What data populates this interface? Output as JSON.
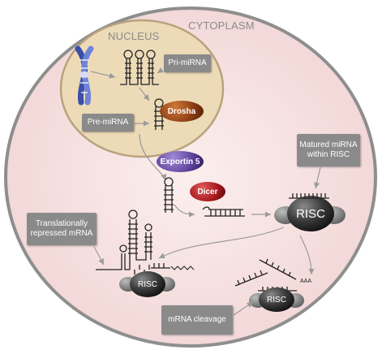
{
  "regions": {
    "cytoplasm": "CYTOPLASM",
    "nucleus": "NUCLEUS"
  },
  "labels": {
    "pri_mirna": "Pri-miRNA",
    "pre_mirna": "Pre-miRNA",
    "matured_mirna": "Matured miRNA within RISC",
    "translational_repression": "Translationally repressed mRNA",
    "mrna_cleavage": "mRNA cleavage"
  },
  "enzymes": {
    "drosha": "Drosha",
    "exportin": "Exportin 5",
    "dicer": "Dicer"
  },
  "complexes": {
    "risc_large": "RISC",
    "risc_repression": "RISC",
    "risc_cleavage": "RISC"
  },
  "poly_a": "AAA",
  "colors": {
    "cytoplasm_fill": "#f7e4e3",
    "nucleus_fill": "#eddbb8",
    "nucleus_border": "#b9a27e",
    "label_box": "#8a8a8a",
    "drosha": "#8a3a12",
    "exportin": "#5b3f98",
    "dicer": "#a3161b",
    "risc": "#3a3a3a"
  }
}
